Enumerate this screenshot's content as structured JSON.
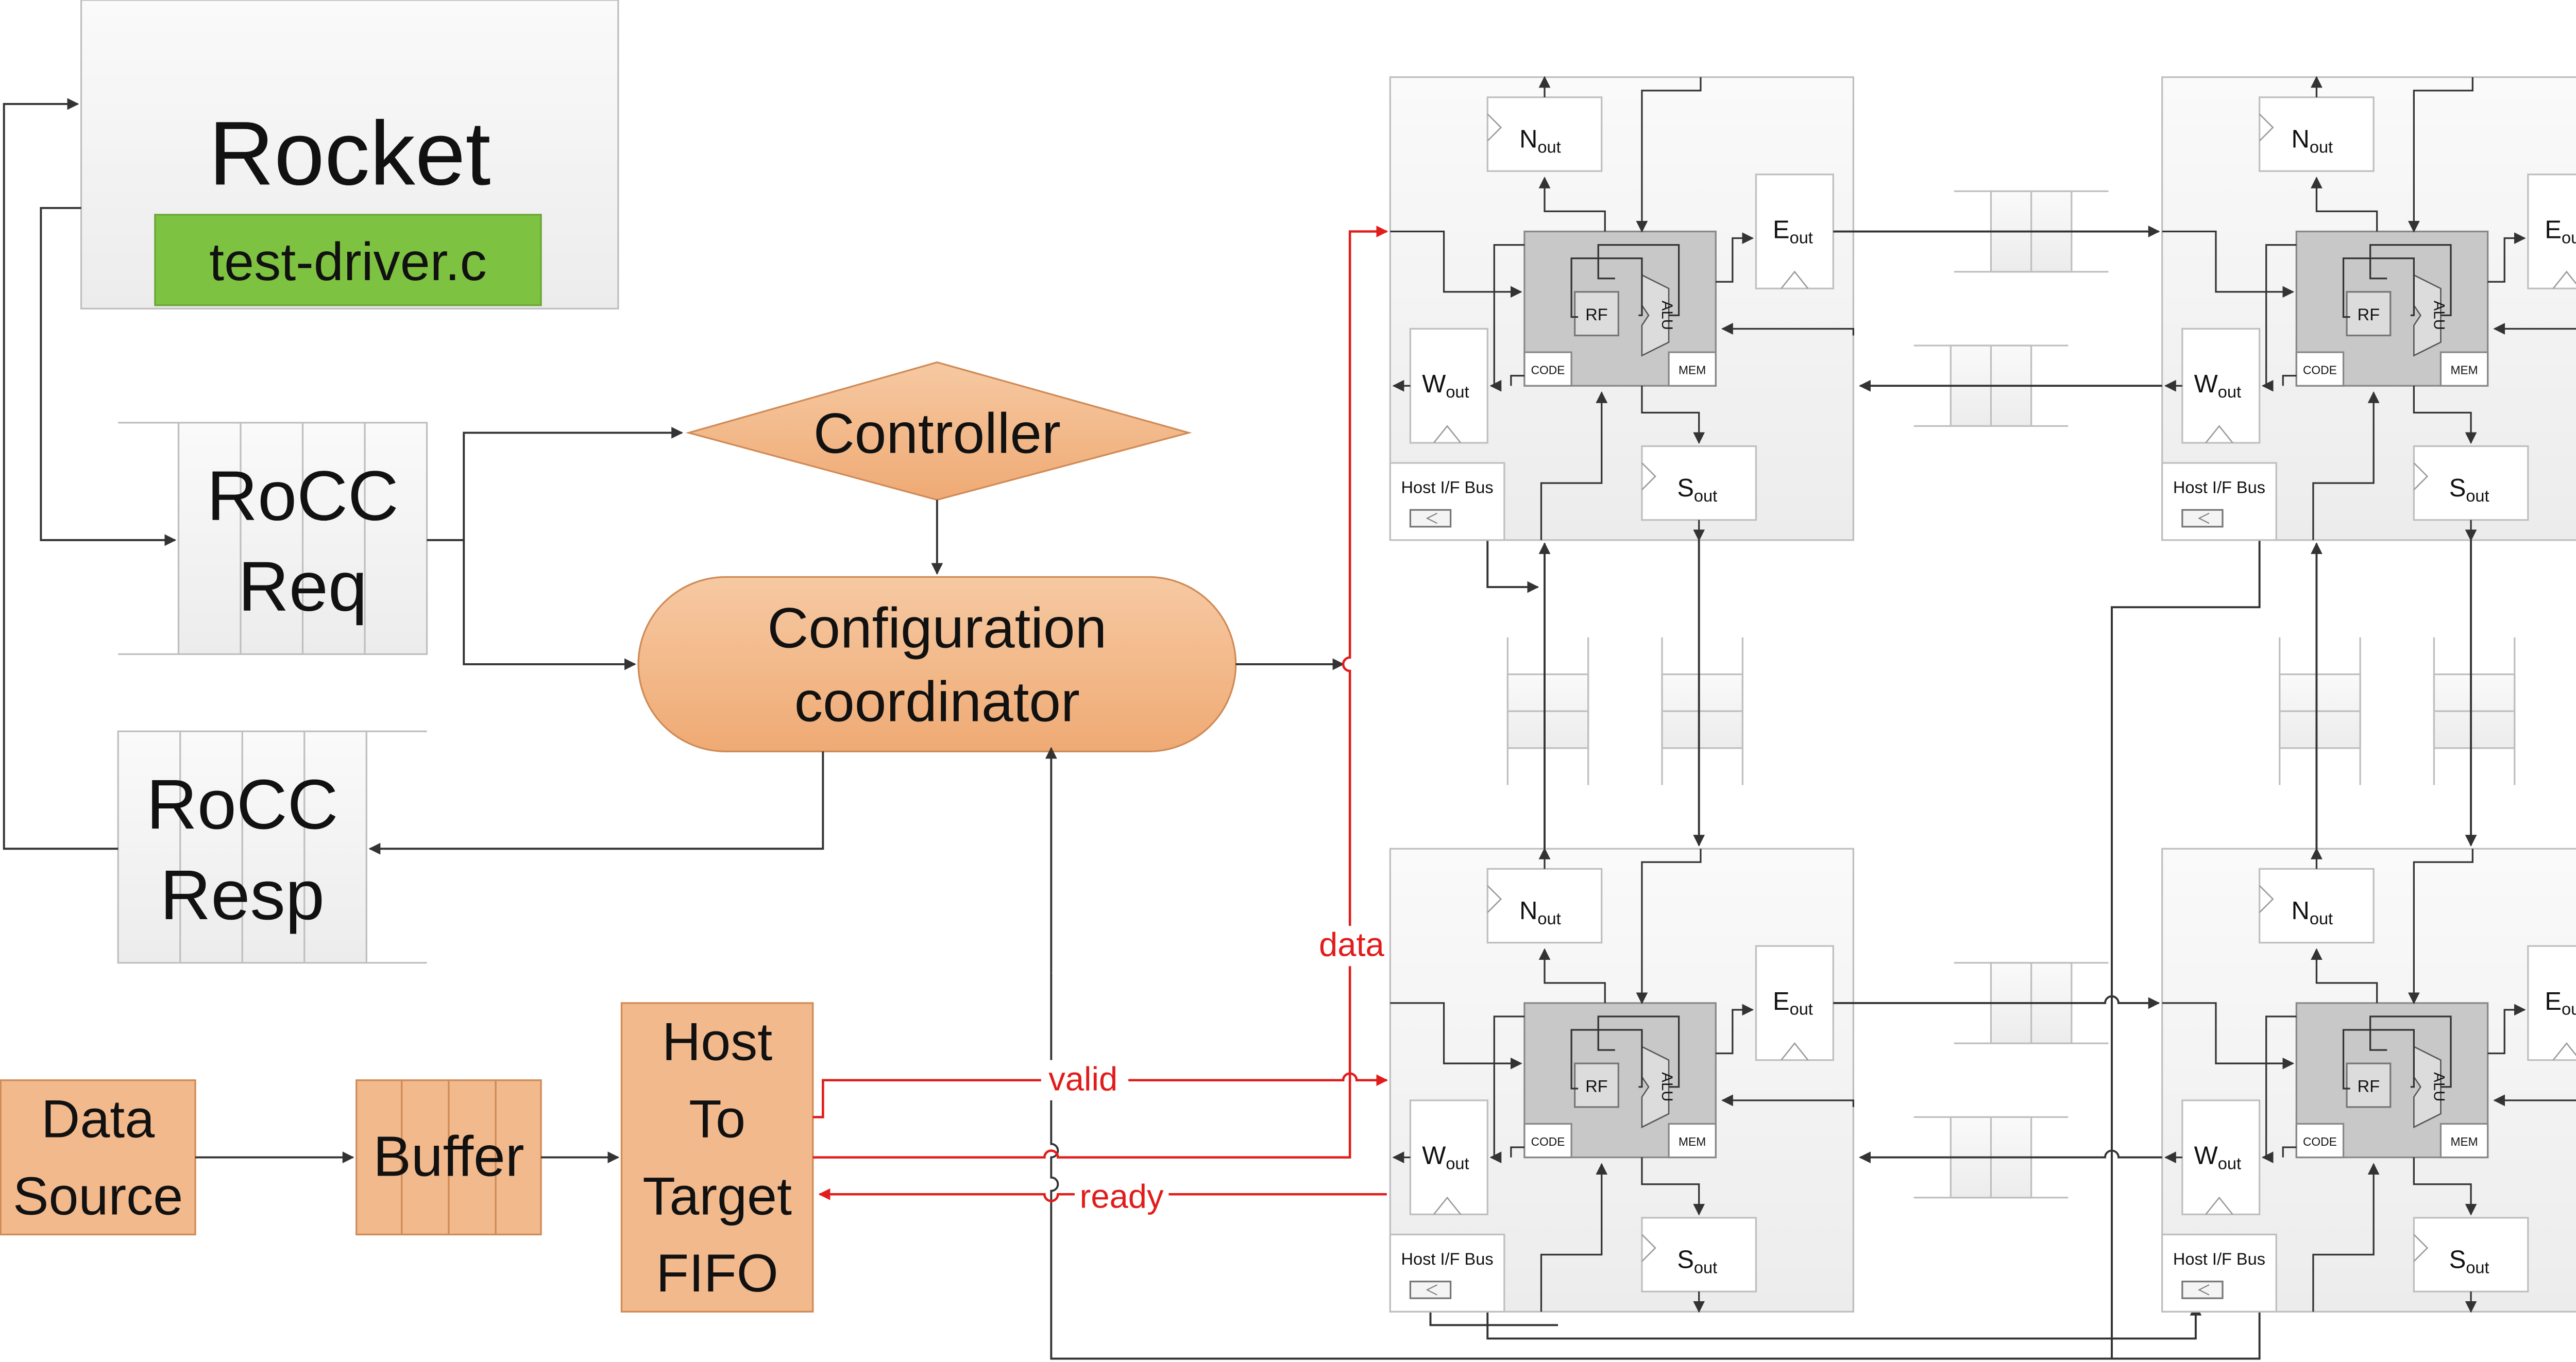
{
  "rocket": {
    "title": "Rocket",
    "driver": "test-driver.c"
  },
  "rocc_req": {
    "line1": "RoCC",
    "line2": "Req"
  },
  "rocc_resp": {
    "line1": "RoCC",
    "line2": "Resp"
  },
  "controller": "Controller",
  "coordinator": {
    "line1": "Configuration",
    "line2": "coordinator"
  },
  "data_source": {
    "line1": "Data",
    "line2": "Source"
  },
  "buffer": "Buffer",
  "h2t_fifo": {
    "line1": "Host",
    "line2": "To",
    "line3": "Target",
    "line4": "FIFO"
  },
  "signals": {
    "data": "data",
    "valid": "valid",
    "ready": "ready"
  },
  "pe": {
    "n_out": {
      "base": "N",
      "sub": "out"
    },
    "e_out": {
      "base": "E",
      "sub": "out"
    },
    "w_out": {
      "base": "W",
      "sub": "out"
    },
    "s_out": {
      "base": "S",
      "sub": "out"
    },
    "rf": "RF",
    "alu": "ALU",
    "code": "CODE",
    "mem": "MEM",
    "host_bus": "Host I/F Bus"
  },
  "colors": {
    "orange": "#F2B98C",
    "green": "#7DC240",
    "gray_fill": "#F4F4F4",
    "core": "#C8C8C8",
    "signal": "#E21B1B"
  }
}
